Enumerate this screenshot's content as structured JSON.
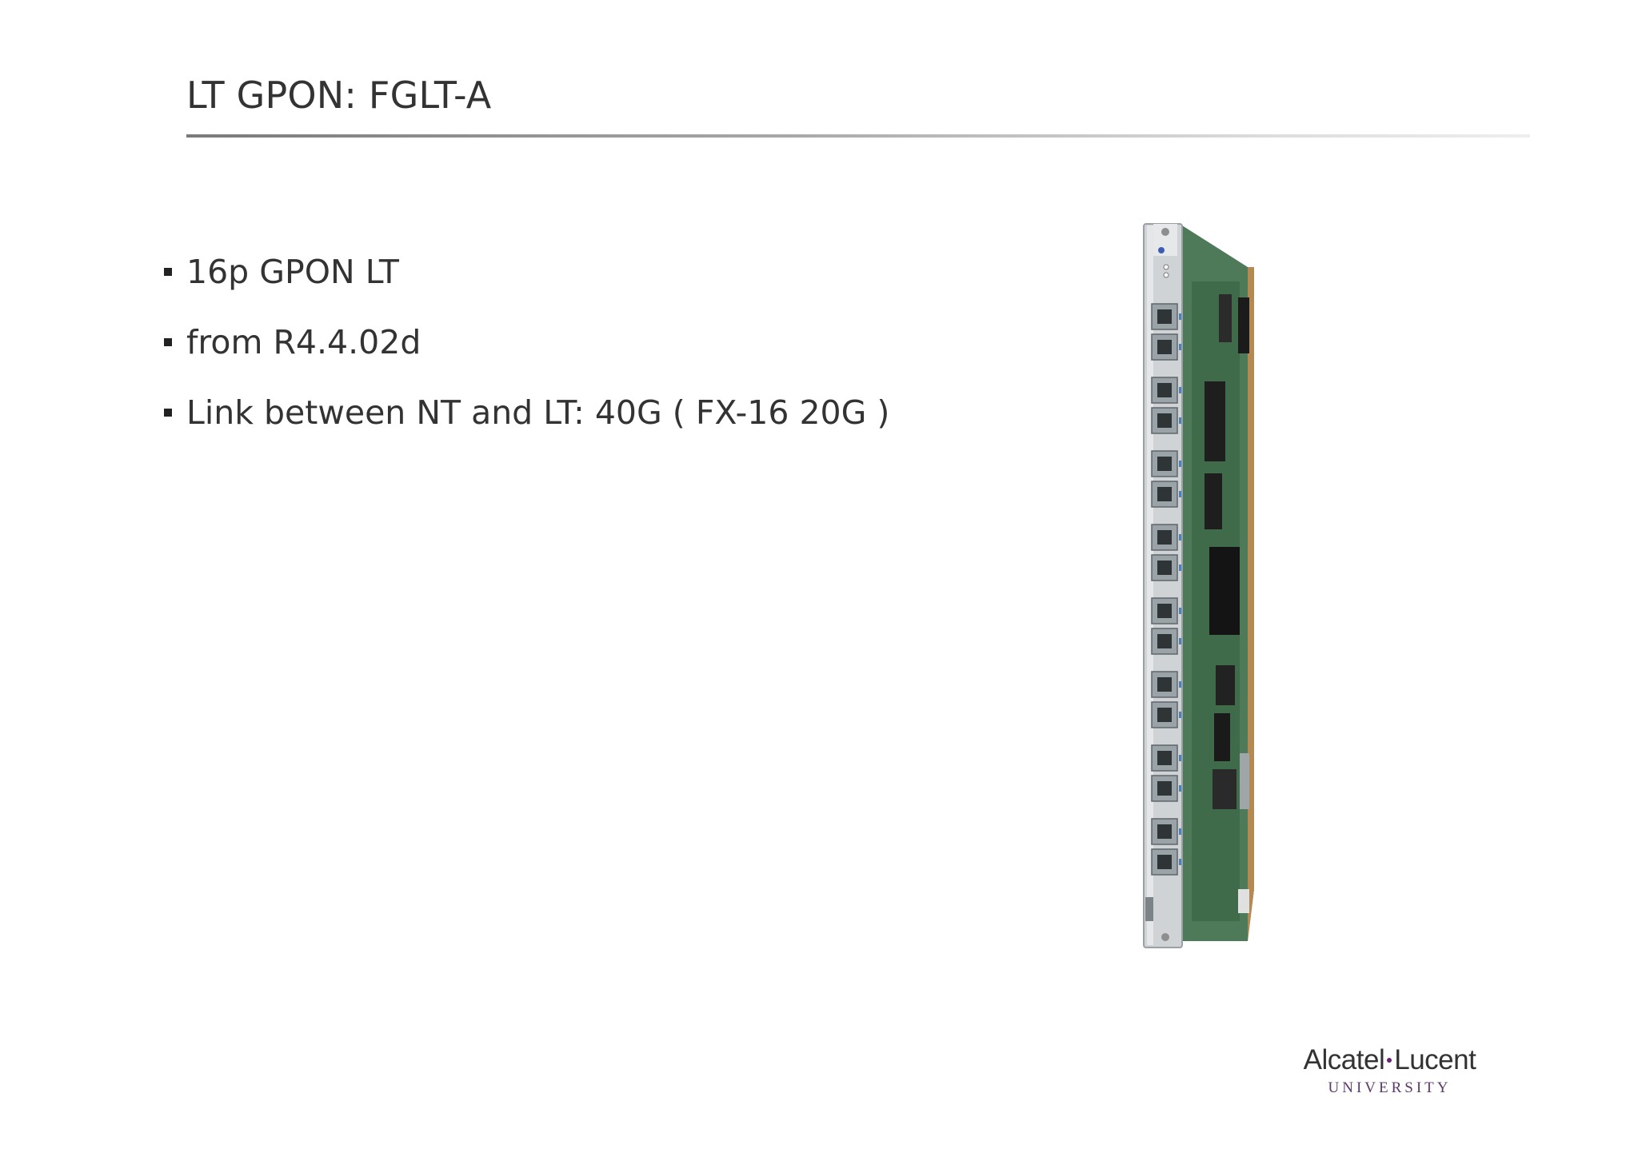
{
  "slide": {
    "title": "LT GPON: FGLT-A",
    "bullets": [
      {
        "text": "16p GPON LT"
      },
      {
        "text": "from R4.4.02d"
      },
      {
        "text": "Link between NT and LT: 40G ( FX-16 20G )"
      }
    ]
  },
  "image": {
    "subject": "line-card-board",
    "port_count": 16
  },
  "logo": {
    "word_left": "Alcatel",
    "word_right": "Lucent",
    "subtitle": "UNIVERSITY"
  },
  "colors": {
    "text": "#333333",
    "rule": "#8a8a8a",
    "logo_accent": "#6d2077",
    "pcb_green": "#3f6b4b"
  }
}
